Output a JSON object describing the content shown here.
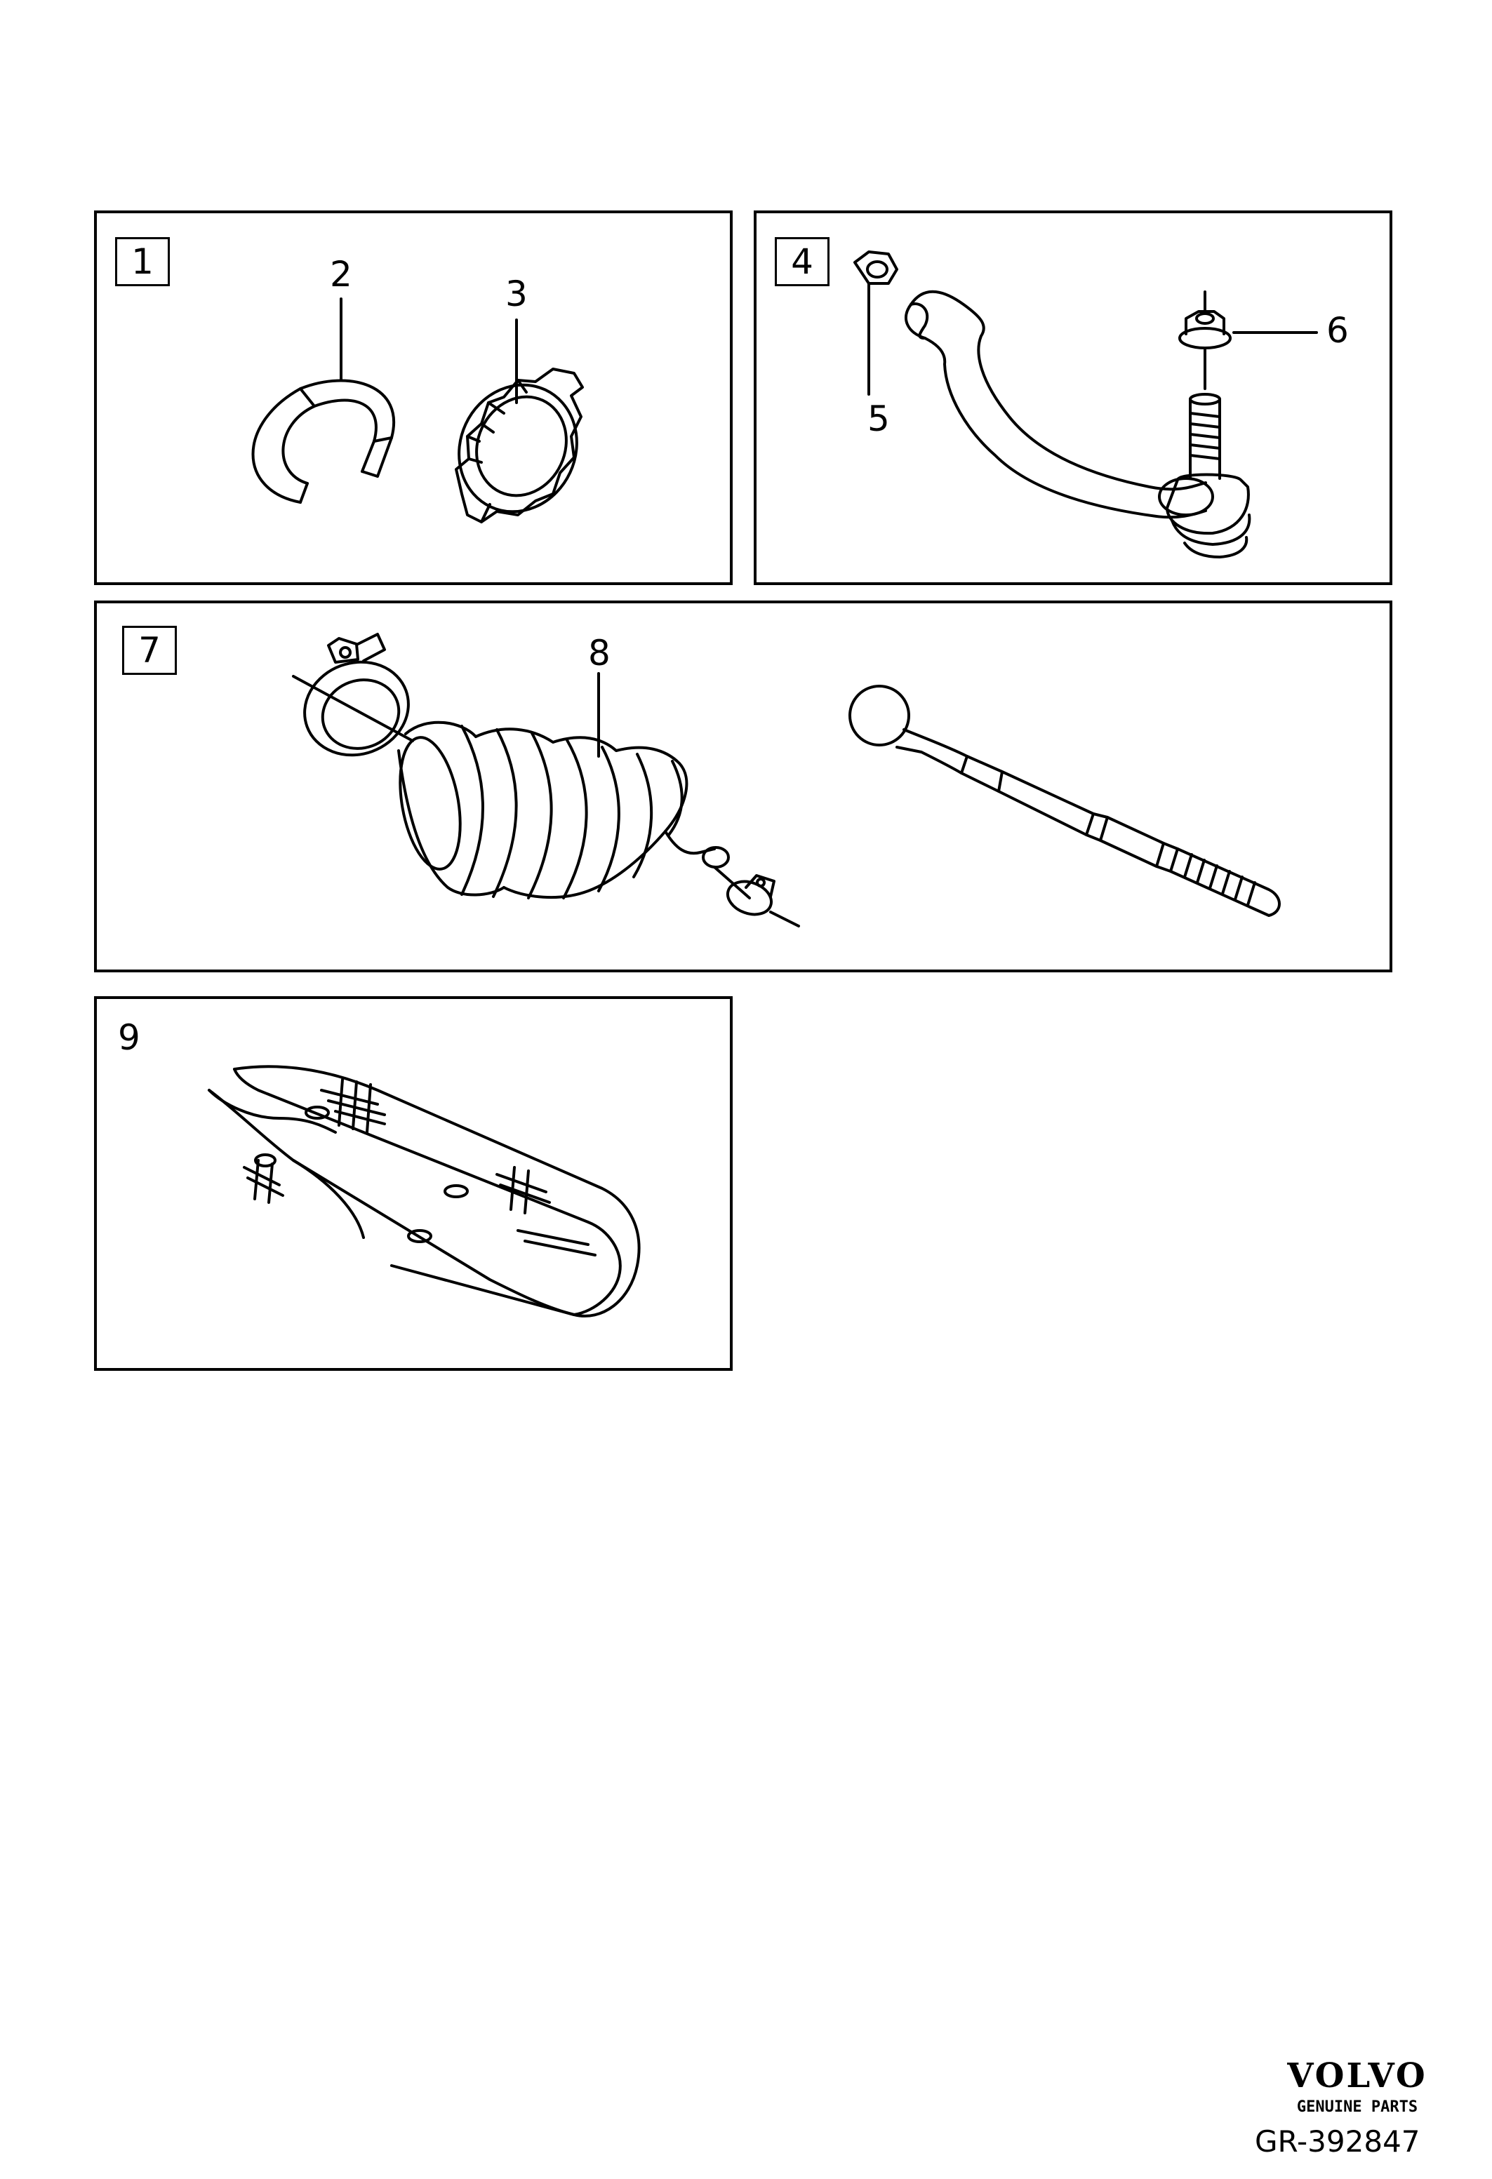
{
  "panels": {
    "p1": {
      "group_number": "1",
      "callouts": [
        "2",
        "3"
      ]
    },
    "p4": {
      "group_number": "4",
      "callouts": [
        "5",
        "6"
      ]
    },
    "p7": {
      "group_number": "7",
      "callouts": [
        "8"
      ]
    },
    "p9": {
      "group_number": "9"
    }
  },
  "brand": {
    "name": "VOLVO",
    "subtitle": "GENUINE PARTS"
  },
  "diagram_id": "GR-392847",
  "colors": {
    "line": "#000000",
    "background": "#ffffff"
  }
}
